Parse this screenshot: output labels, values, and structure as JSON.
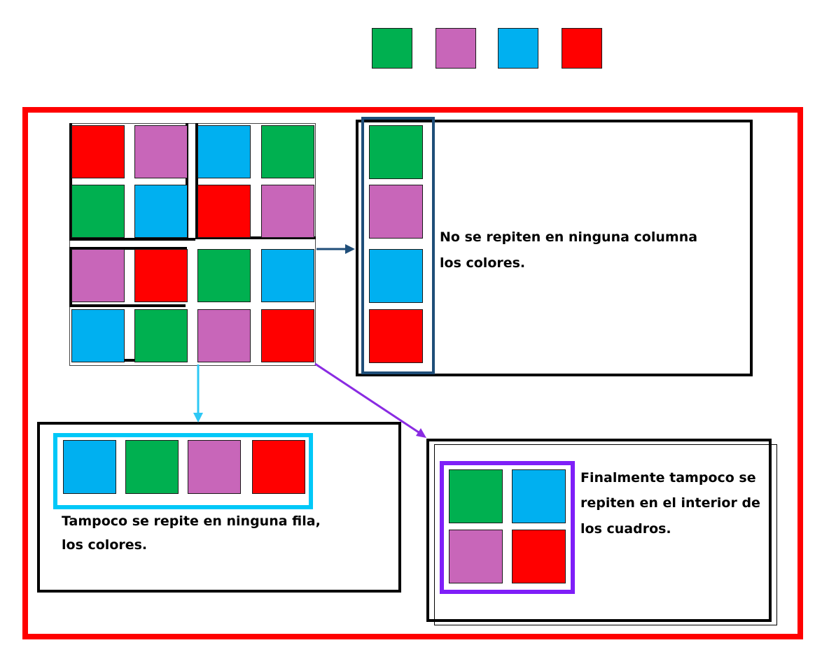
{
  "colors": {
    "green": "#00b050",
    "purple": "#c866b9",
    "blue": "#00b0f0",
    "red": "#ff0000",
    "frame_red": "#ff0000",
    "column_frame": "#1f4e79",
    "row_frame": "#00c8f8",
    "box_frame": "#7f1ff8",
    "arrow_column": "#1f4e79",
    "arrow_row": "#2ec8f5",
    "arrow_box": "#8a2be2"
  },
  "legend": [
    "green",
    "purple",
    "blue",
    "red"
  ],
  "grid": [
    [
      "red",
      "purple",
      "blue",
      "green"
    ],
    [
      "green",
      "blue",
      "red",
      "purple"
    ],
    [
      "purple",
      "red",
      "green",
      "blue"
    ],
    [
      "blue",
      "green",
      "purple",
      "red"
    ]
  ],
  "column_example": [
    "green",
    "purple",
    "blue",
    "red"
  ],
  "row_example": [
    "blue",
    "green",
    "purple",
    "red"
  ],
  "box_example": [
    [
      "green",
      "blue"
    ],
    [
      "purple",
      "red"
    ]
  ],
  "texts": {
    "column_line1": "No se repiten en ninguna columna",
    "column_line2": "los colores.",
    "row_line1": "Tampoco se repite en ninguna fila,",
    "row_line2": "los colores.",
    "box_line1": "Finalmente tampoco se",
    "box_line2": "repiten en el interior de",
    "box_line3": "los cuadros."
  }
}
